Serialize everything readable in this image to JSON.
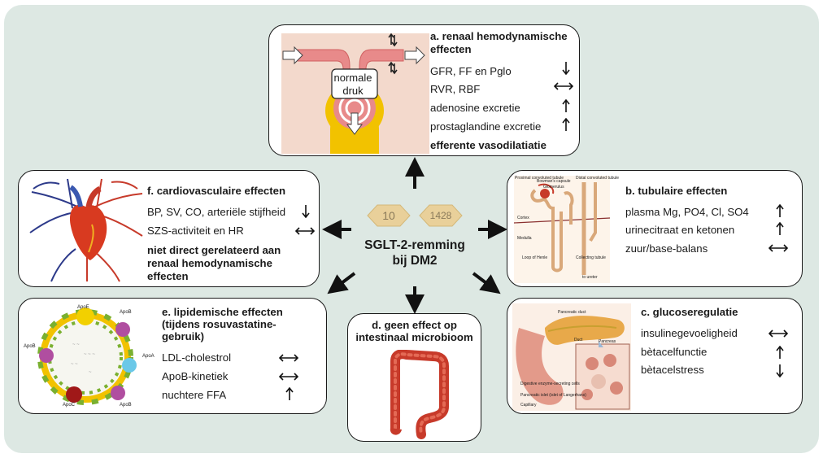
{
  "center": {
    "line1": "SGLT-2-remming",
    "line2": "bij DM2",
    "pill1": "10",
    "pill2": "1428"
  },
  "a": {
    "title1": "a. renaal hemodynamische",
    "title2": "effecten",
    "img_label1": "normale",
    "img_label2": "druk",
    "items": [
      {
        "label": "GFR, FF en Pglo",
        "dir": "down"
      },
      {
        "label": "RVR, RBF",
        "dir": "both"
      },
      {
        "label": "adenosine excretie",
        "dir": "up"
      },
      {
        "label": "prostaglandine excretie",
        "dir": "up"
      }
    ],
    "footer": "efferente vasodilatiatie"
  },
  "b": {
    "title": "b. tubulaire effecten",
    "items": [
      {
        "label": "plasma Mg, PO4, Cl, SO4",
        "dir": "up"
      },
      {
        "label": "urinecitraat en ketonen",
        "dir": "up"
      },
      {
        "label": "zuur/base-balans",
        "dir": "both"
      }
    ],
    "img_labels": [
      "Proximal convoluted tubule",
      "Bowman's capsule",
      "Glomerulus",
      "Distal convoluted tubule",
      "Cortex",
      "Medulla",
      "Loop of Henle",
      "Collecting tubule",
      "to ureter"
    ]
  },
  "c": {
    "title": "c. glucoseregulatie",
    "items": [
      {
        "label": "insulinegevoeligheid",
        "dir": "both"
      },
      {
        "label": "bètacelfunctie",
        "dir": "up"
      },
      {
        "label": "bètacelstress",
        "dir": "down"
      }
    ],
    "img_labels": [
      "Pancreatic duct",
      "Duct",
      "Pancreas",
      "Digestive enzyme-secreting cells",
      "Pancreatic islet (islet of Langerhans)",
      "Capillary"
    ]
  },
  "d": {
    "title1": "d. geen effect op",
    "title2": "intestinaal microbioom"
  },
  "e": {
    "title1": "e. lipidemische effecten",
    "title2": "(tijdens rosuvastatine-",
    "title3": "gebruik)",
    "items": [
      {
        "label": "LDL-cholestrol",
        "dir": "both"
      },
      {
        "label": "ApoB-kinetiek",
        "dir": "both"
      },
      {
        "label": "nuchtere FFA",
        "dir": "up"
      }
    ],
    "img_labels": [
      "ApoE",
      "ApoB",
      "ApoB",
      "ApoA",
      "ApoC",
      "ApoB"
    ]
  },
  "f": {
    "title": "f. cardiovasculaire effecten",
    "items": [
      {
        "label": "BP, SV, CO, arteriële stijfheid",
        "dir": "down"
      },
      {
        "label": "SZS-activiteit en HR",
        "dir": "both"
      }
    ],
    "footer1": "niet direct gerelateerd aan",
    "footer2": "renaal hemodynamische",
    "footer3": "effecten"
  },
  "colors": {
    "background": "#dde8e3",
    "vessel": "#e88a8a",
    "organ_red": "#c73a2a",
    "yellow": "#f2c200",
    "pill": "#e9d09a"
  }
}
